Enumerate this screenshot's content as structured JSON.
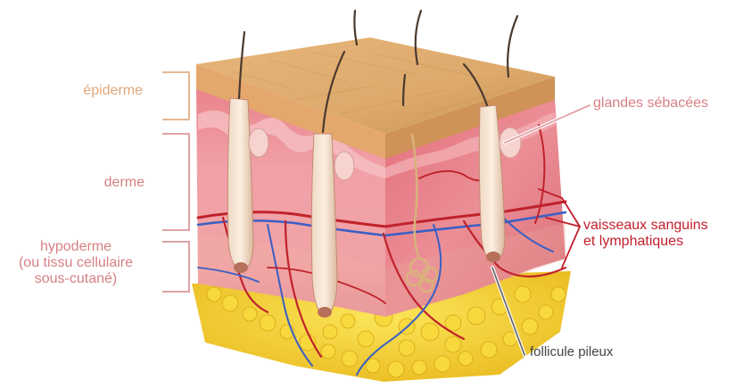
{
  "labels": {
    "epiderme": "épiderme",
    "derme": "derme",
    "hypoderme": [
      "hypoderme",
      "(ou tissu cellulaire",
      "sous-cutané)"
    ],
    "glandes": "glandes sébacées",
    "vaisseaux": [
      "vaisseaux sanguins",
      "et lymphatiques"
    ],
    "follicule": "follicule pileux"
  },
  "colors": {
    "epidermis_label": "#e0a779",
    "dermis_label": "#d77f84",
    "vessel_label": "#c21e2c",
    "follicle_label": "#444444",
    "epidermis_top": "#e1ad6c",
    "dermis": "#ec8c94",
    "fat": "#f3d332",
    "artery": "#c0222b",
    "vein": "#3b5fc4"
  }
}
